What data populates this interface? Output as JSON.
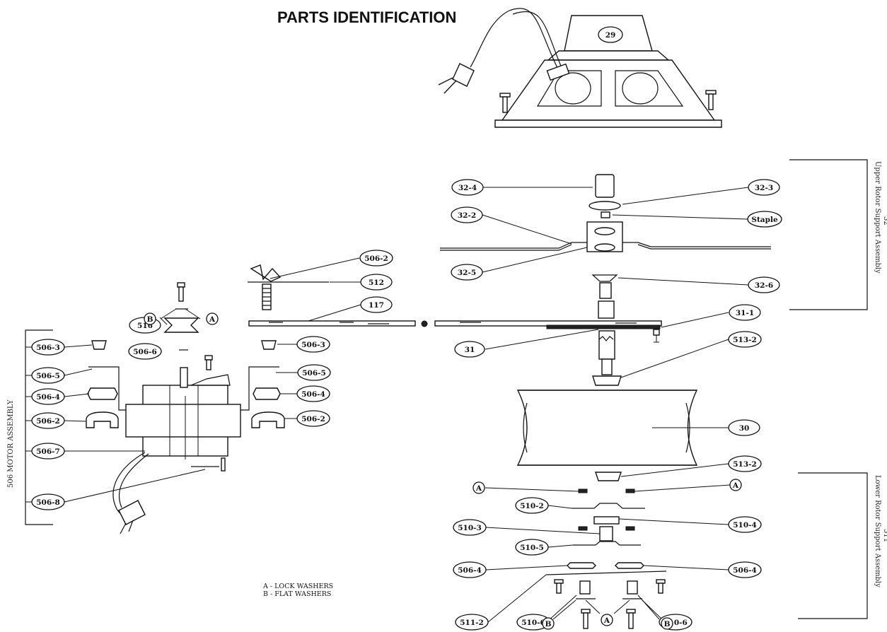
{
  "title": "PARTS IDENTIFICATION",
  "section_labels": {
    "upper": "Upper Rotor Support Assembly",
    "upper_num": "32",
    "lower": "Lower Rotor Support Assembly",
    "lower_num": "511",
    "motor": "506 MOTOR ASSEMBLY"
  },
  "legend": {
    "a": "A - LOCK WASHERS",
    "b": "B - FLAT WASHERS"
  },
  "labels": {
    "p29": "29",
    "p32_4": "32-4",
    "p32_3": "32-3",
    "p32_2": "32-2",
    "staple": "Staple",
    "p32_5": "32-5",
    "p32_6": "32-6",
    "p506_2_top": "506-2",
    "p512": "512",
    "p117": "117",
    "p31_1": "31-1",
    "p31": "31",
    "p513_2_top": "513-2",
    "p516": "516",
    "p506_6": "506-6",
    "p506_3_left": "506-3",
    "p506_3_right": "506-3",
    "p506_5_left": "506-5",
    "p506_5_right": "506-5",
    "p506_4_left": "506-4",
    "p506_4_right": "506-4",
    "p506_2_left": "506-2",
    "p506_2_right": "506-2",
    "p506_7": "506-7",
    "p506_8": "506-8",
    "p30": "30",
    "p513_2_bottom": "513-2",
    "p510_2": "510-2",
    "p510_4": "510-4",
    "p510_3": "510-3",
    "p510_5": "510-5",
    "p506_4_low_left": "506-4",
    "p506_4_low_right": "506-4",
    "p511_2": "511-2",
    "p510_6_left": "510-6",
    "p510_6_right": "510-6",
    "a": "A",
    "b": "B"
  }
}
